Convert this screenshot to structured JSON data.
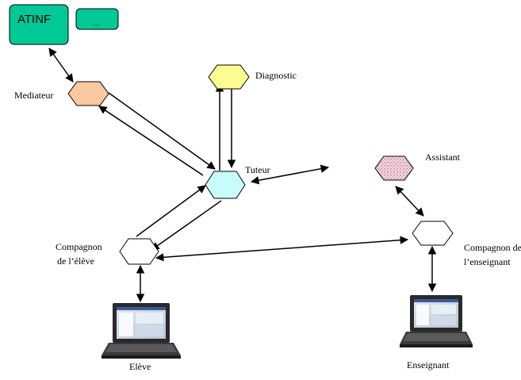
{
  "buttons": {
    "atinf": "ATINF",
    "more": "..."
  },
  "agents": {
    "mediateur": "Mediateur",
    "diagnostic": "Diagnostic",
    "tuteur": "Tuteur",
    "assistant": "Assistant",
    "compagnon_eleve_line1": "Compagnon",
    "compagnon_eleve_line2": "de l’élève",
    "compagnon_enseignant_line1": "Compagnon de",
    "compagnon_enseignant_line2": "l’enseignant"
  },
  "users": {
    "eleve": "Elève",
    "enseignant": "Enseignant"
  },
  "icons": {
    "hexagon": "hexagon-icon",
    "laptop": "laptop-icon"
  },
  "colors": {
    "atinf_button": "#00c896",
    "mediateur": "#f8c8a0",
    "diagnostic": "#fcfc90",
    "tuteur": "#c8fcfc",
    "assistant": "#f0d0d8",
    "compagnon": "#ffffff"
  }
}
